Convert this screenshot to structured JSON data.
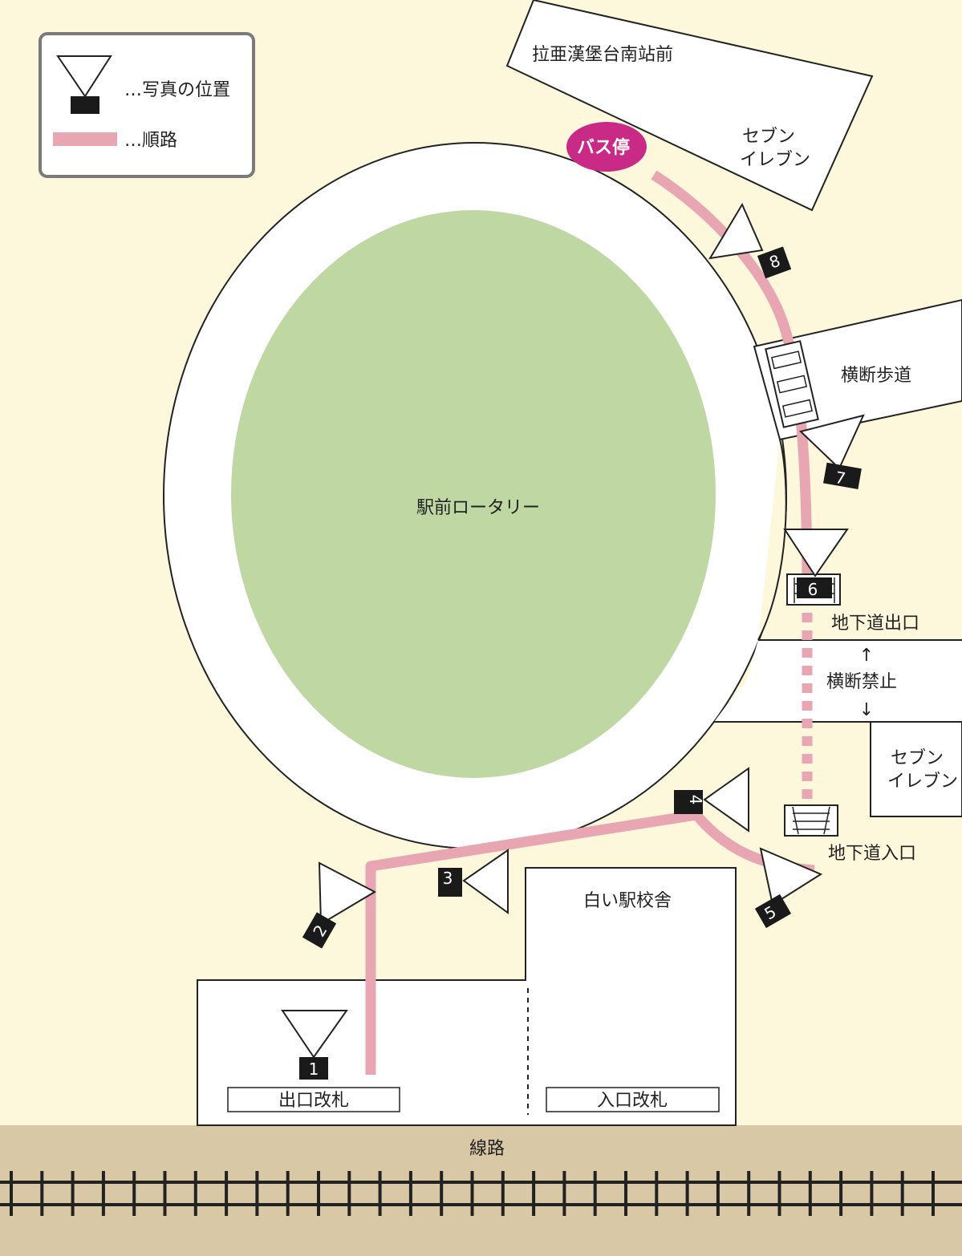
{
  "legend": {
    "photo_position": "…写真の位置",
    "route": "…順路"
  },
  "labels": {
    "station_front": "拉亜漢堡台南站前",
    "seven_eleven_top": [
      "セブン",
      "イレブン"
    ],
    "bus_stop": "バス停",
    "rotary": "駅前ロータリー",
    "crosswalk": "横断歩道",
    "underpass_exit": "地下道出口",
    "no_crossing": "横断禁止",
    "arrow_up": "↑",
    "arrow_down": "↓",
    "seven_eleven_right": [
      "セブン",
      "イレブン"
    ],
    "underpass_entrance": "地下道入口",
    "station_building": "白い駅校舎",
    "exit_gate": "出口改札",
    "entrance_gate": "入口改札",
    "railway": "線路"
  },
  "photo_numbers": [
    "1",
    "2",
    "3",
    "4",
    "5",
    "6",
    "7",
    "8"
  ],
  "colors": {
    "background": "#fdf8dc",
    "rotary_green": "#bfd8a3",
    "route_pink": "#e8a5b2",
    "bus_stop_magenta": "#c92a86",
    "rail_bed": "#d8c8a6",
    "legend_border": "#7a7a7a",
    "camera_black": "#1a1a1a"
  }
}
